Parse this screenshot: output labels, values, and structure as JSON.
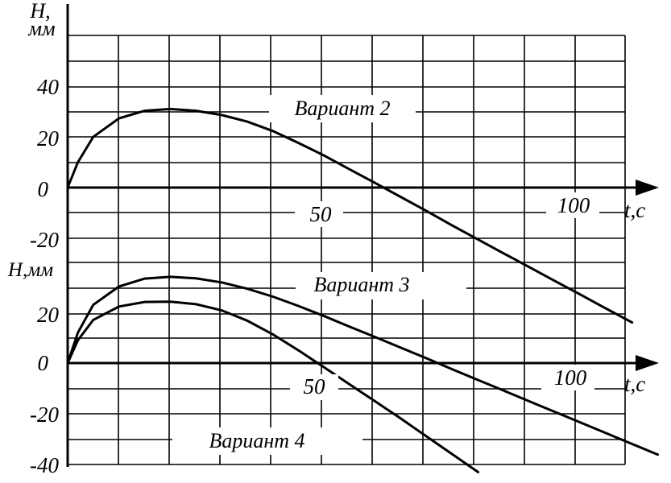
{
  "chart_data": {
    "type": "line",
    "top_panel": {
      "ylabel_line1": "H,",
      "ylabel_line2": "мм",
      "xlabel": "t,c",
      "y_ticks": [
        "40",
        "20",
        "0",
        "-20"
      ],
      "x_ticks": [
        "50",
        "100"
      ],
      "annotation": "Вариант 2",
      "xlim": [
        0,
        110
      ],
      "ylim": [
        -20,
        60
      ],
      "series": [
        {
          "x": [
            0,
            2,
            5,
            10,
            15,
            20,
            25,
            30,
            35,
            40,
            45,
            50,
            55,
            60,
            65,
            70,
            75,
            80,
            85,
            90,
            95,
            100,
            105,
            110
          ],
          "y": [
            0,
            10,
            20,
            27.3,
            30.3,
            31,
            30.3,
            28.6,
            26,
            22.3,
            17.6,
            12.6,
            7.1,
            1.7,
            -3.8,
            -9.3,
            -15,
            -20.5,
            -26,
            -31.4,
            -36.9,
            -42.3,
            -47.8,
            -53.2
          ]
        }
      ]
    },
    "bottom_panel": {
      "ylabel": "H,мм",
      "xlabel": "t,c",
      "y_ticks": [
        "20",
        "0",
        "-20",
        "-40"
      ],
      "x_ticks": [
        "50",
        "100"
      ],
      "annotations": [
        "Вариант 3",
        "Вариант 4"
      ],
      "xlim": [
        0,
        110
      ],
      "ylim": [
        -40,
        40
      ],
      "series": [
        {
          "x": [
            0,
            2,
            5,
            10,
            15,
            20,
            25,
            30,
            35,
            40,
            45,
            50,
            55,
            60,
            65,
            70,
            75,
            80,
            85,
            90,
            95,
            100,
            105,
            110,
            115
          ],
          "y": [
            0,
            12,
            23,
            30.2,
            33.3,
            34,
            33.4,
            31.8,
            29.3,
            26.2,
            22.5,
            18.5,
            14.3,
            10.2,
            6,
            1.8,
            -2.5,
            -6.7,
            -10.9,
            -15.1,
            -19.3,
            -23.5,
            -27.7,
            -31.9,
            -36.1
          ]
        },
        {
          "x": [
            0,
            2,
            5,
            10,
            15,
            20,
            25,
            30,
            35,
            40,
            45,
            50,
            55,
            60,
            65,
            70,
            80
          ],
          "y": [
            0,
            9,
            17,
            22.3,
            24.1,
            24.2,
            23.2,
            20.8,
            16.7,
            11.3,
            5,
            -1.7,
            -8.5,
            -15.2,
            -22,
            -29,
            -43
          ]
        }
      ]
    }
  }
}
